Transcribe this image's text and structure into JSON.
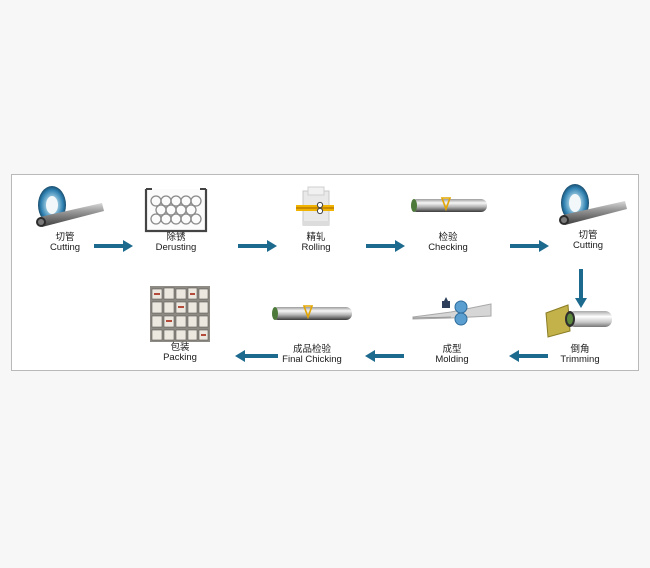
{
  "steps": [
    {
      "zh": "切管",
      "en": "Cutting",
      "icon": "cutting-saw-icon"
    },
    {
      "zh": "除锈",
      "en": "Derusting",
      "icon": "derusting-tank-icon"
    },
    {
      "zh": "精轧",
      "en": "Rolling",
      "icon": "rolling-die-icon"
    },
    {
      "zh": "检验",
      "en": "Checking",
      "icon": "checking-tube-icon"
    },
    {
      "zh": "切管",
      "en": "Cutting",
      "icon": "cutting-saw-icon"
    },
    {
      "zh": "倒角",
      "en": "Trimming",
      "icon": "trimming-tool-icon"
    },
    {
      "zh": "成型",
      "en": "Molding",
      "icon": "molding-rollers-icon"
    },
    {
      "zh": "成品检验",
      "en": "Final Chicking",
      "icon": "final-check-tube-icon"
    },
    {
      "zh": "包装",
      "en": "Packing",
      "icon": "packing-photo-icon"
    }
  ],
  "colors": {
    "arrow": "#1d6a8f",
    "pipe": "#555555",
    "accent": "#2f8fc4",
    "highlight": "#f0b400"
  }
}
